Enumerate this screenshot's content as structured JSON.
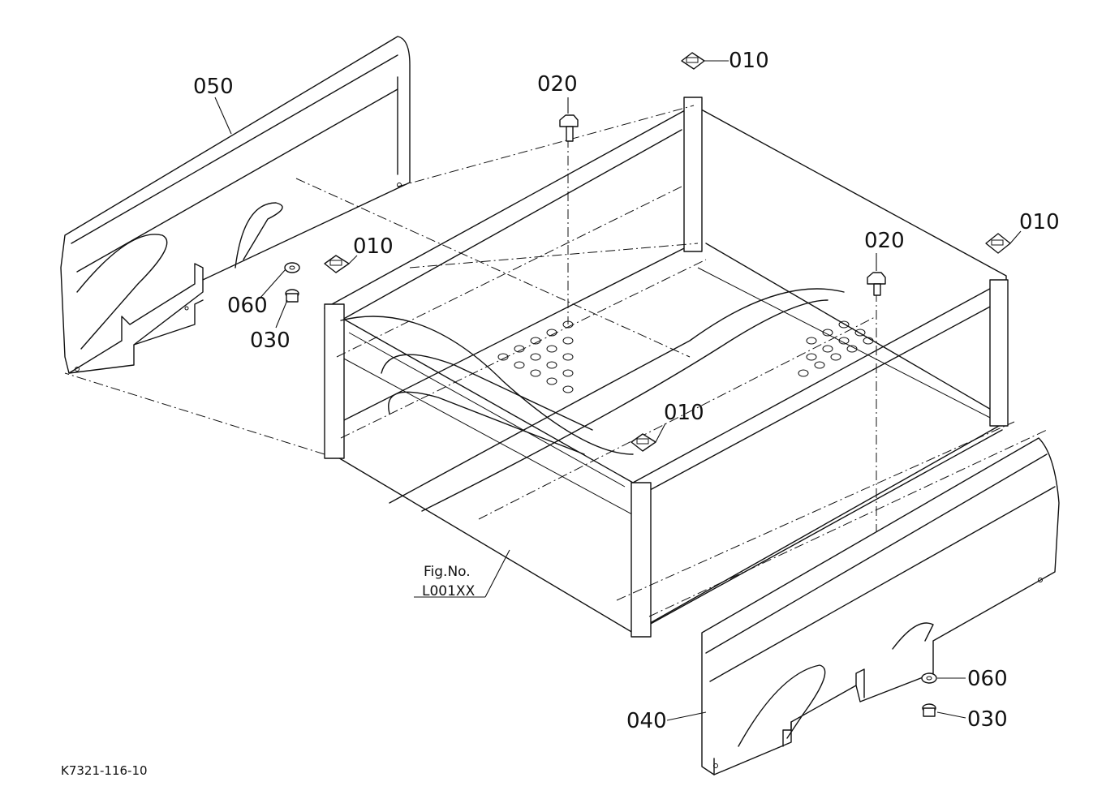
{
  "labels": {
    "p010": "010",
    "p020": "020",
    "p030": "030",
    "p040": "040",
    "p050": "050",
    "p060": "060"
  },
  "figure_ref": {
    "line1": "Fig.No.",
    "line2": "L001XX"
  },
  "diagram_code": "K7321-116-10"
}
